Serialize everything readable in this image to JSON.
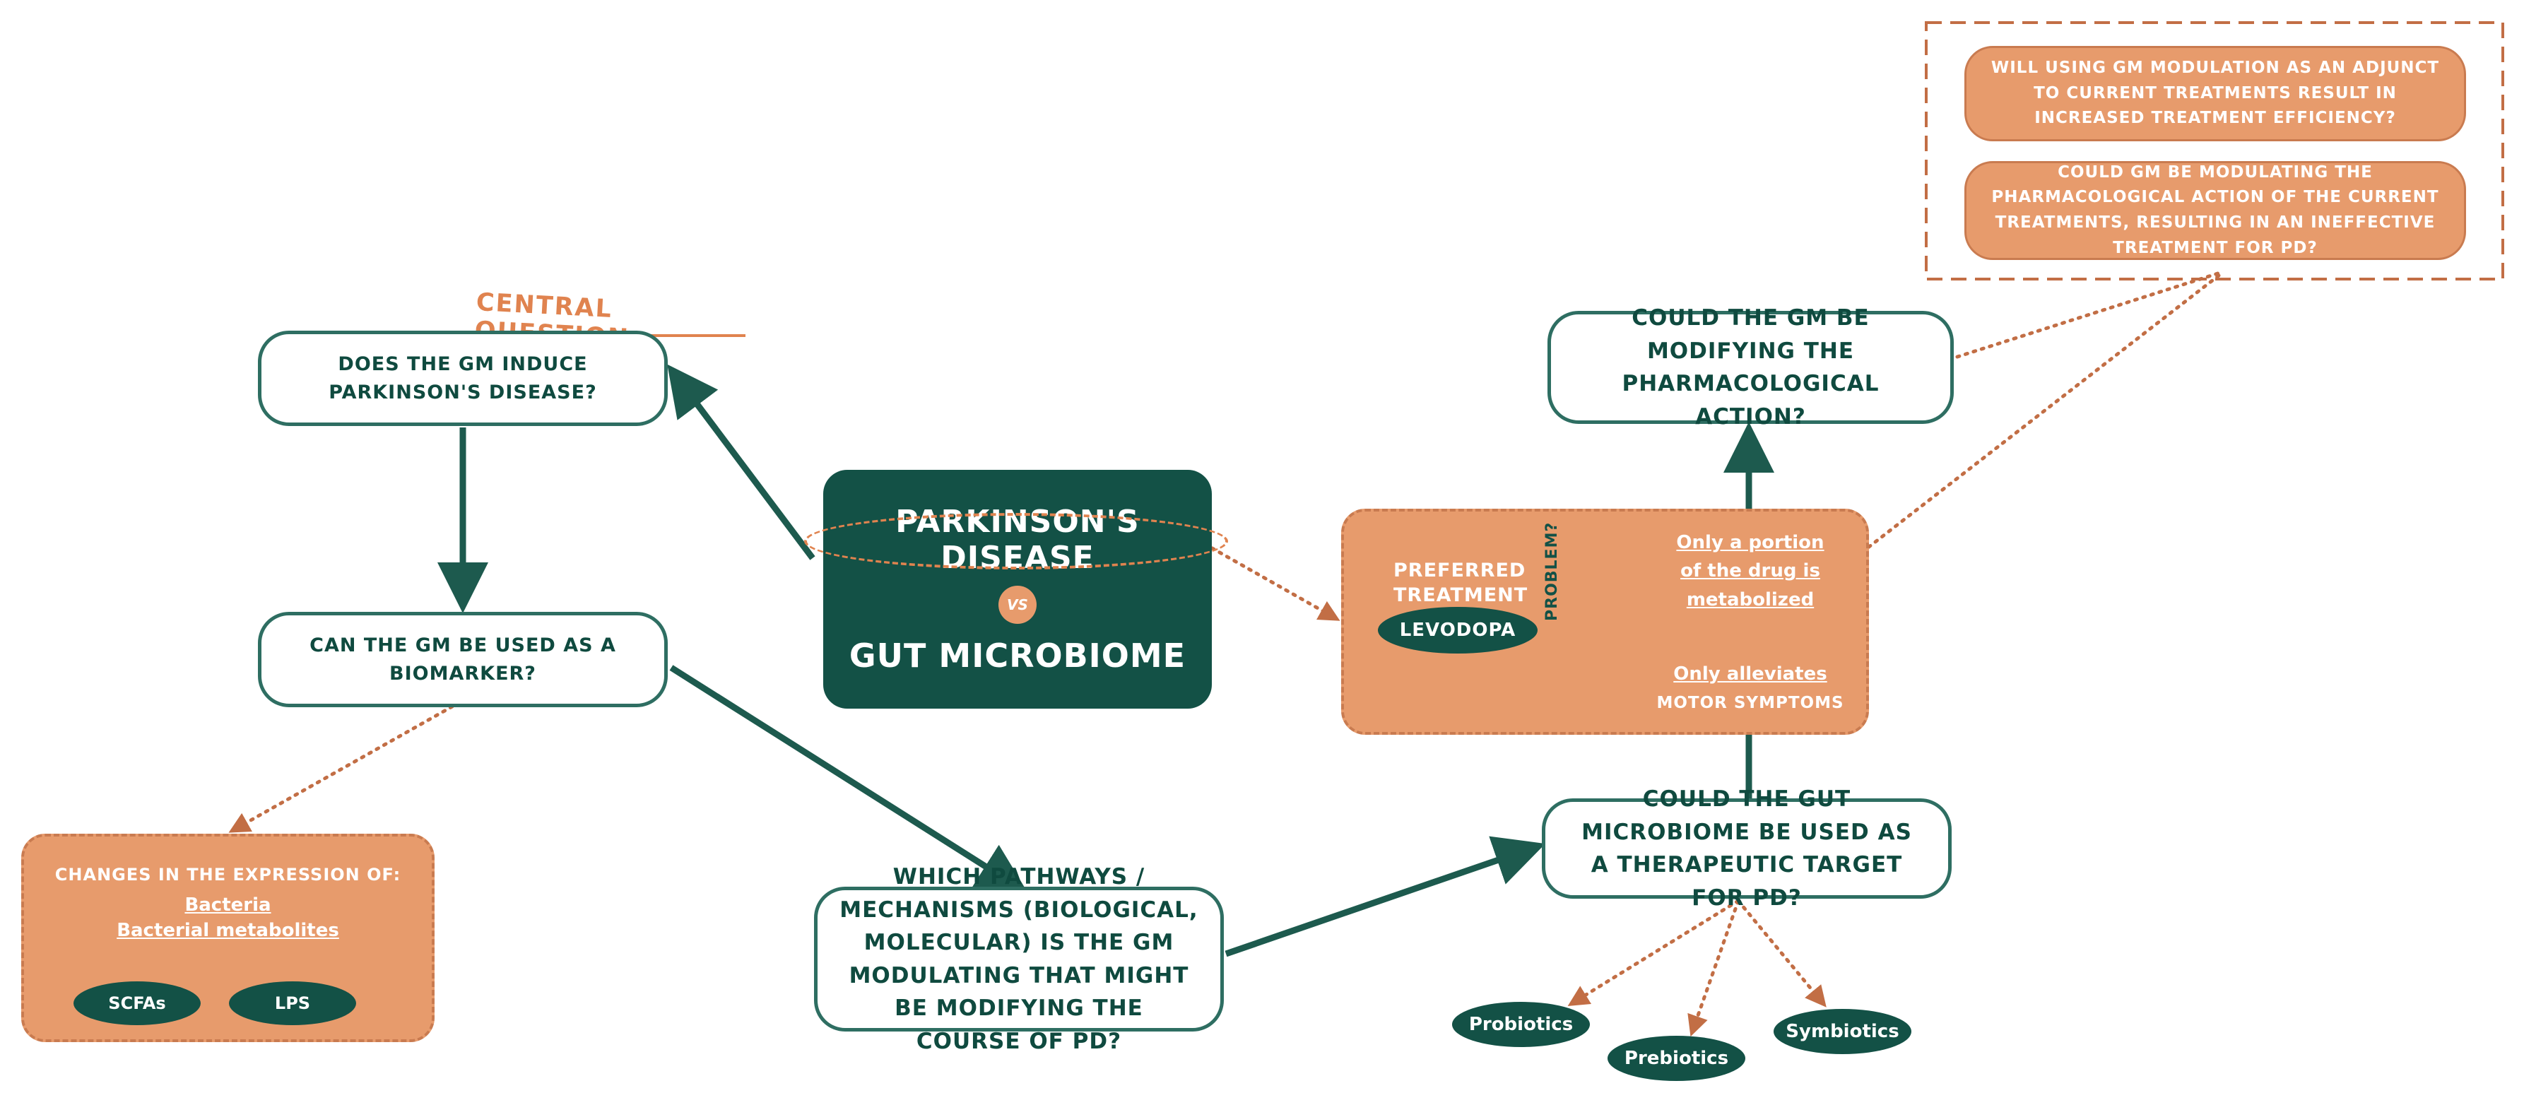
{
  "central_label": "CENTRAL QUESTION",
  "center": {
    "line1": "PARKINSON'S DISEASE",
    "vs": "VS",
    "line2": "GUT MICROBIOME"
  },
  "q_induce": "DOES THE GM INDUCE PARKINSON'S DISEASE?",
  "q_biomarker": "CAN THE GM BE USED AS A BIOMARKER?",
  "changes": {
    "title": "CHANGES IN THE EXPRESSION OF:",
    "bacteria": "Bacteria",
    "metabolites": "Bacterial metabolites",
    "scfas": "SCFAs",
    "lps": "LPS"
  },
  "q_pathways": "WHICH PATHWAYS / MECHANISMS (BIOLOGICAL, MOLECULAR) IS THE GM MODULATING THAT MIGHT BE MODIFYING THE COURSE OF PD?",
  "q_target": "COULD THE GUT MICROBIOME BE USED AS A THERAPEUTIC TARGET FOR PD?",
  "supplements": [
    "Probiotics",
    "Prebiotics",
    "Symbiotics"
  ],
  "treatment": {
    "preferred": "PREFERRED TREATMENT",
    "drug": "LEVODOPA",
    "problem": "PROBLEM?",
    "issue1": "Only a portion of the drug is metabolized",
    "issue2_underlined": "Only alleviates",
    "issue2_caps": "MOTOR SYMPTOMS"
  },
  "q_modifying": "COULD THE GM BE MODIFYING THE PHARMACOLOGICAL ACTION?",
  "q_adjunct": "WILL USING GM MODULATION AS AN ADJUNCT TO CURRENT TREATMENTS RESULT IN INCREASED TREATMENT EFFICIENCY?",
  "q_modulating": "COULD GM BE MODULATING THE PHARMACOLOGICAL ACTION OF THE CURRENT TREATMENTS, RESULTING IN AN INEFFECTIVE TREATMENT FOR PD?",
  "colors": {
    "dark_green": "#135146",
    "green_stroke": "#2e6e62",
    "orange": "#e79b6c",
    "orange_dash": "#c97b50",
    "label_orange": "#e0834f"
  }
}
